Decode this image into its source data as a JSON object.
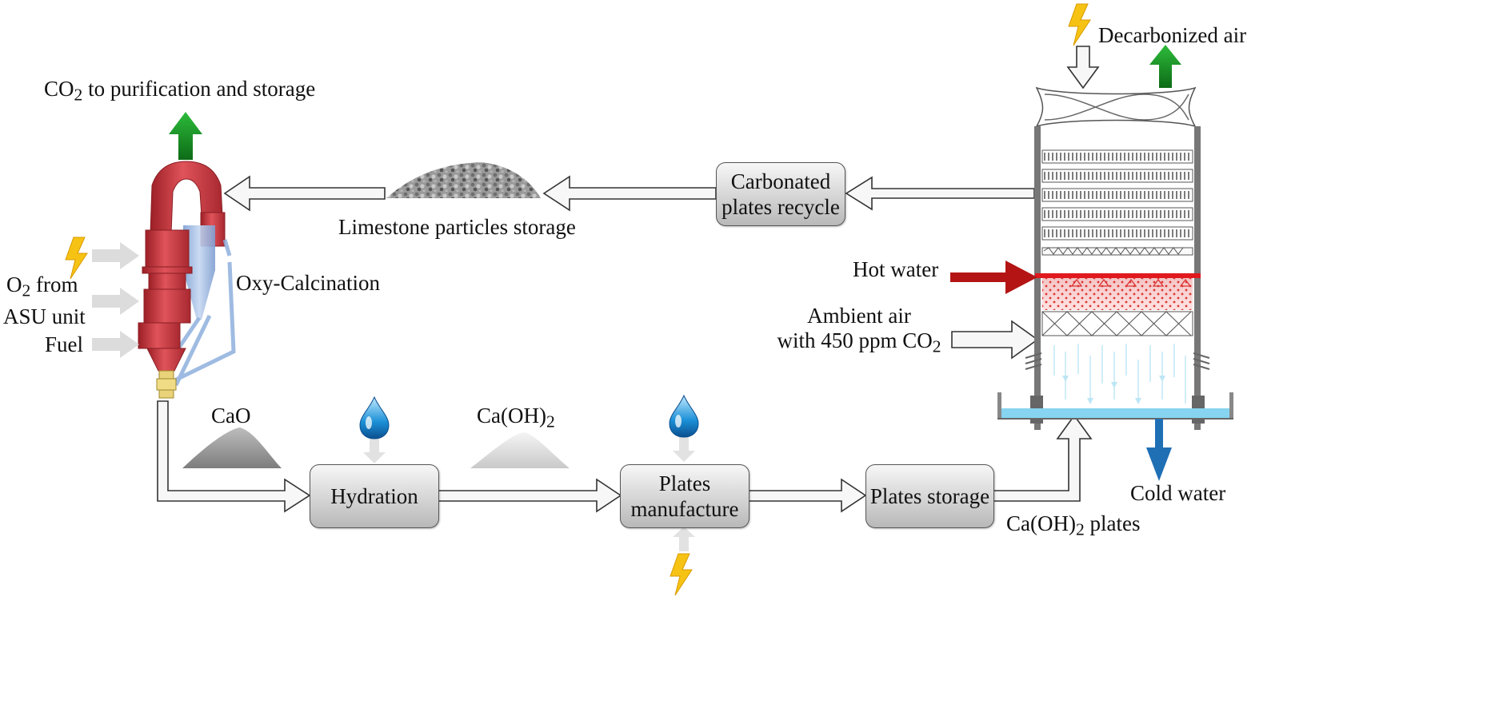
{
  "labels": {
    "co2_output_prefix": "CO",
    "co2_output_sub": "2",
    "co2_output_suffix": " to purification and storage",
    "limestone_storage": "Limestone particles storage",
    "oxy_calcination": "Oxy-Calcination",
    "o2_prefix": "O",
    "o2_sub": "2",
    "o2_suffix": " from",
    "asu_unit": "ASU unit",
    "fuel": "Fuel",
    "cao": "CaO",
    "caoh2_prefix": "Ca(OH)",
    "caoh2_sub": "2",
    "decarbonized_air": "Decarbonized air",
    "hot_water": "Hot water",
    "ambient_air_line1": "Ambient air",
    "ambient_air_line2_prefix": "with 450 ppm CO",
    "ambient_air_line2_sub": "2",
    "cold_water": "Cold water",
    "plates_label_prefix": "Ca(OH)",
    "plates_label_sub": "2",
    "plates_label_suffix": " plates"
  },
  "boxes": {
    "carbonated_line1": "Carbonated",
    "carbonated_line2": "plates recycle",
    "hydration": "Hydration",
    "plates_manufacture_line1": "Plates",
    "plates_manufacture_line2": "manufacture",
    "plates_storage": "Plates storage"
  },
  "icons": {
    "energy": "lightning-bolt-icon",
    "water": "water-drop-icon",
    "output_gas": "green-up-arrow-icon",
    "hot_water_in": "red-arrow-icon",
    "cold_water_out": "blue-down-arrow-icon"
  },
  "colors": {
    "calciner": "#c9383e",
    "cyclone": "#8fb0de",
    "green_arrow": "#1e9a2a",
    "hot_water": "#b41414",
    "cold_water": "#1f6fb5",
    "bolt": "#f6c315",
    "water_basin": "#86d4ef"
  }
}
